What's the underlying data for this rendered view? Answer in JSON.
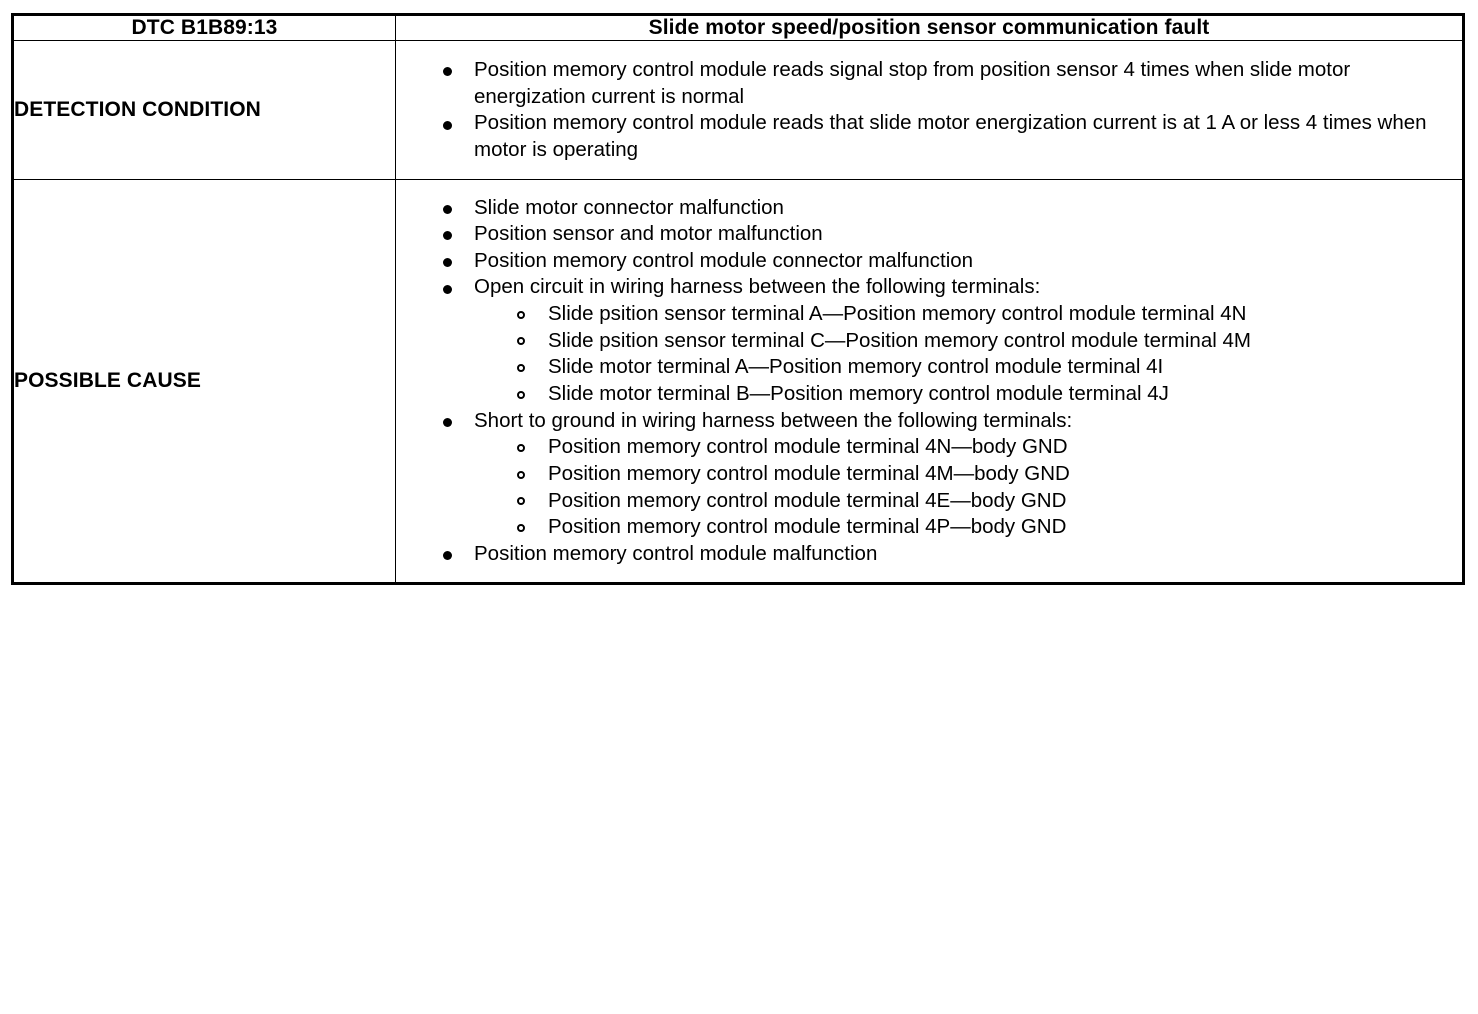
{
  "document": {
    "type": "dtc-diagnostic-table"
  },
  "header": {
    "dtc_code": "DTC B1B89:13",
    "fault_title": "Slide motor speed/position sensor communication fault"
  },
  "rows": [
    {
      "label": "DETECTION CONDITION",
      "bullets": [
        "Position memory control module reads signal stop from position sensor 4 times when slide motor energization current is normal",
        "Position memory control module reads that slide motor energization current is at 1 A or less 4 times when motor is operating"
      ]
    },
    {
      "label": "POSSIBLE CAUSE",
      "bullets": [
        "Slide motor connector malfunction",
        "Position sensor and motor malfunction",
        "Position memory control module connector malfunction",
        "Open circuit in wiring harness between the following terminals:",
        "Short to ground in wiring harness between the following terminals:",
        "Position memory control module malfunction"
      ],
      "open_circuit_terminals": [
        "Slide psition sensor terminal A—Position memory control module terminal 4N",
        "Slide psition sensor terminal C—Position memory control module terminal 4M",
        "Slide motor terminal A—Position memory control module terminal 4I",
        "Slide motor terminal B—Position memory control module terminal 4J"
      ],
      "short_to_ground_terminals": [
        "Position memory control module terminal 4N—body GND",
        "Position memory control module terminal 4M—body GND",
        "Position memory control module terminal 4E—body GND",
        "Position memory control module terminal 4P—body GND"
      ]
    }
  ],
  "colors": {
    "text": "#000000",
    "background": "#ffffff",
    "border": "#000000"
  }
}
